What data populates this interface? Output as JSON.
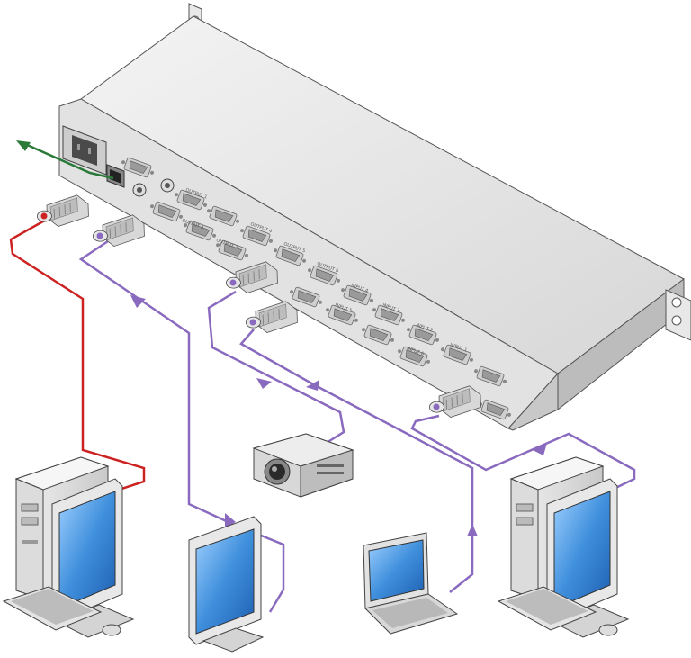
{
  "diagram": {
    "port_labels": [
      "OUTPUT 1",
      "OUTPUT 2",
      "OUTPUT 3",
      "OUTPUT 4",
      "OUTPUT 5",
      "OUTPUT 6",
      "INPUT 1",
      "INPUT 2",
      "INPUT 3",
      "INPUT 4",
      "INPUT 5",
      "INPUT 6"
    ],
    "colors": {
      "control_cable": "#cc2222",
      "video_cable": "#8a6abf",
      "ethernet_cable": "#2a7a3a",
      "chassis": "#e6e6e6",
      "chassis_dark": "#b8b8b8",
      "screen": "#3f8fdc"
    },
    "devices": [
      "rackmount-switcher",
      "control-pc",
      "output-monitor",
      "projector",
      "laptop",
      "source-pc"
    ]
  }
}
